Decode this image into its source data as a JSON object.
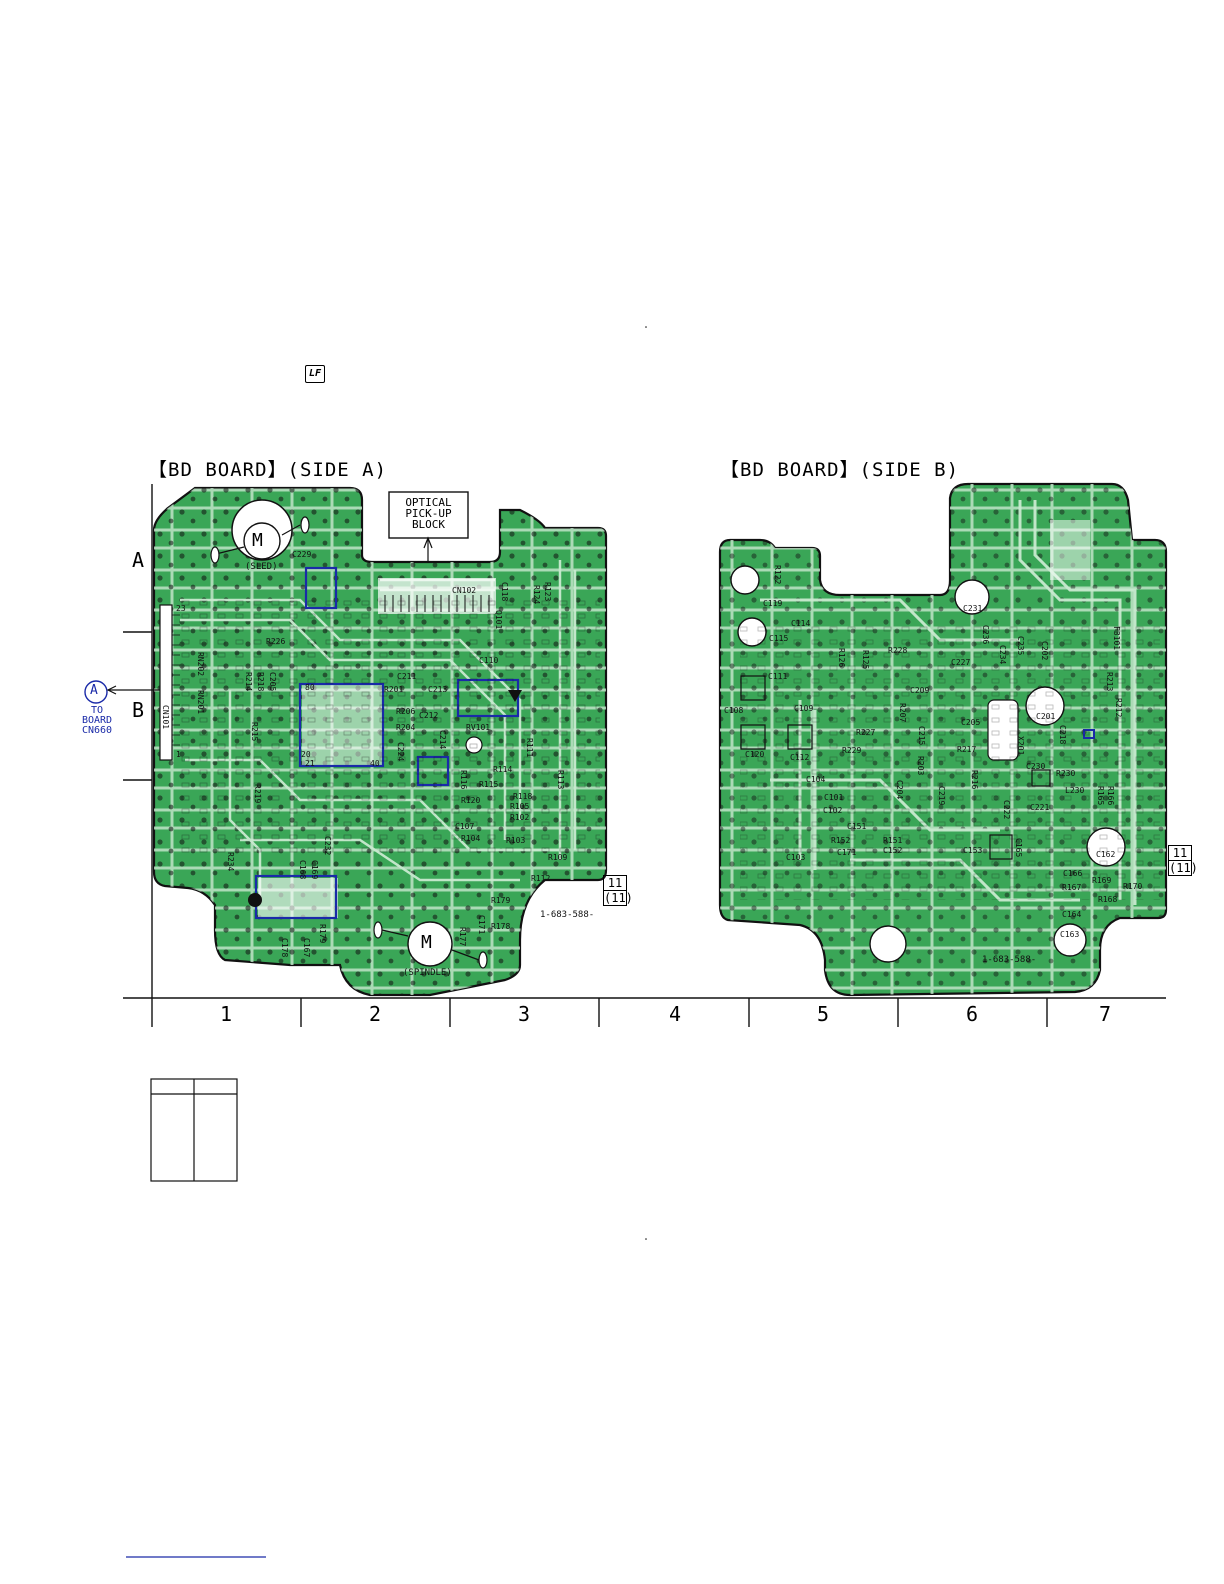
{
  "small_logo": "LF",
  "side_a": {
    "title": "【BD BOARD】(SIDE A)",
    "optical_block": [
      "OPTICAL",
      "PICK-UP",
      "BLOCK"
    ],
    "sled_motor": {
      "symbol": "M",
      "label": "(SLED)"
    },
    "spindle_motor": {
      "symbol": "M",
      "label": "(SPINDLE)"
    },
    "connector_note": {
      "circle": "A",
      "lines": [
        "TO",
        "BOARD",
        "CN660"
      ]
    },
    "board_number": "1-683-588-",
    "ref_box": [
      "11",
      "(11)"
    ],
    "component_labels": [
      "C229",
      "CN102",
      "C118",
      "R124",
      "R123",
      "Q101",
      "R226",
      "RN202",
      "R214",
      "R218",
      "C205",
      "RN201",
      "CN101",
      "R215",
      "80",
      "R201",
      "C211",
      "C213",
      "C214",
      "R206",
      "C212",
      "R204",
      "C110",
      "RV101",
      "20",
      "21",
      "40",
      "C224",
      "R116",
      "R114",
      "R115",
      "R120",
      "R118",
      "R105",
      "R102",
      "C107",
      "R104",
      "R103",
      "R111",
      "R113",
      "R219",
      "R234",
      "C168",
      "C169",
      "C232",
      "R109",
      "R179",
      "R112",
      "C171",
      "R178",
      "R177",
      "C178",
      "C167",
      "R179",
      "23",
      "1"
    ]
  },
  "side_b": {
    "title": "【BD BOARD】(SIDE B)",
    "board_number": "1-683-588-",
    "ref_box": [
      "11",
      "(11)"
    ],
    "component_labels": [
      "R122",
      "C119",
      "C114",
      "C115",
      "C231",
      "C236",
      "C234",
      "C235",
      "C202",
      "F3101",
      "R126",
      "R228",
      "C227",
      "C111",
      "C108",
      "C109",
      "R125",
      "C209",
      "R213",
      "R212",
      "C201",
      "C120",
      "C112",
      "R227",
      "R229",
      "R207",
      "C215",
      "C205",
      "R217",
      "R216",
      "C218",
      "X201",
      "R203",
      "C230",
      "R230",
      "L230",
      "C104",
      "C101",
      "C102",
      "R165",
      "R166",
      "C151",
      "R152",
      "C171",
      "R151",
      "C152",
      "C153",
      "C165",
      "C162",
      "C103",
      "C166",
      "R169",
      "R167",
      "R170",
      "R168",
      "C164",
      "C163",
      "C221",
      "C219",
      "C222",
      "C204"
    ]
  },
  "grid": {
    "rows": [
      "A",
      "B"
    ],
    "columns": [
      "1",
      "2",
      "3",
      "4",
      "5",
      "6",
      "7"
    ]
  }
}
